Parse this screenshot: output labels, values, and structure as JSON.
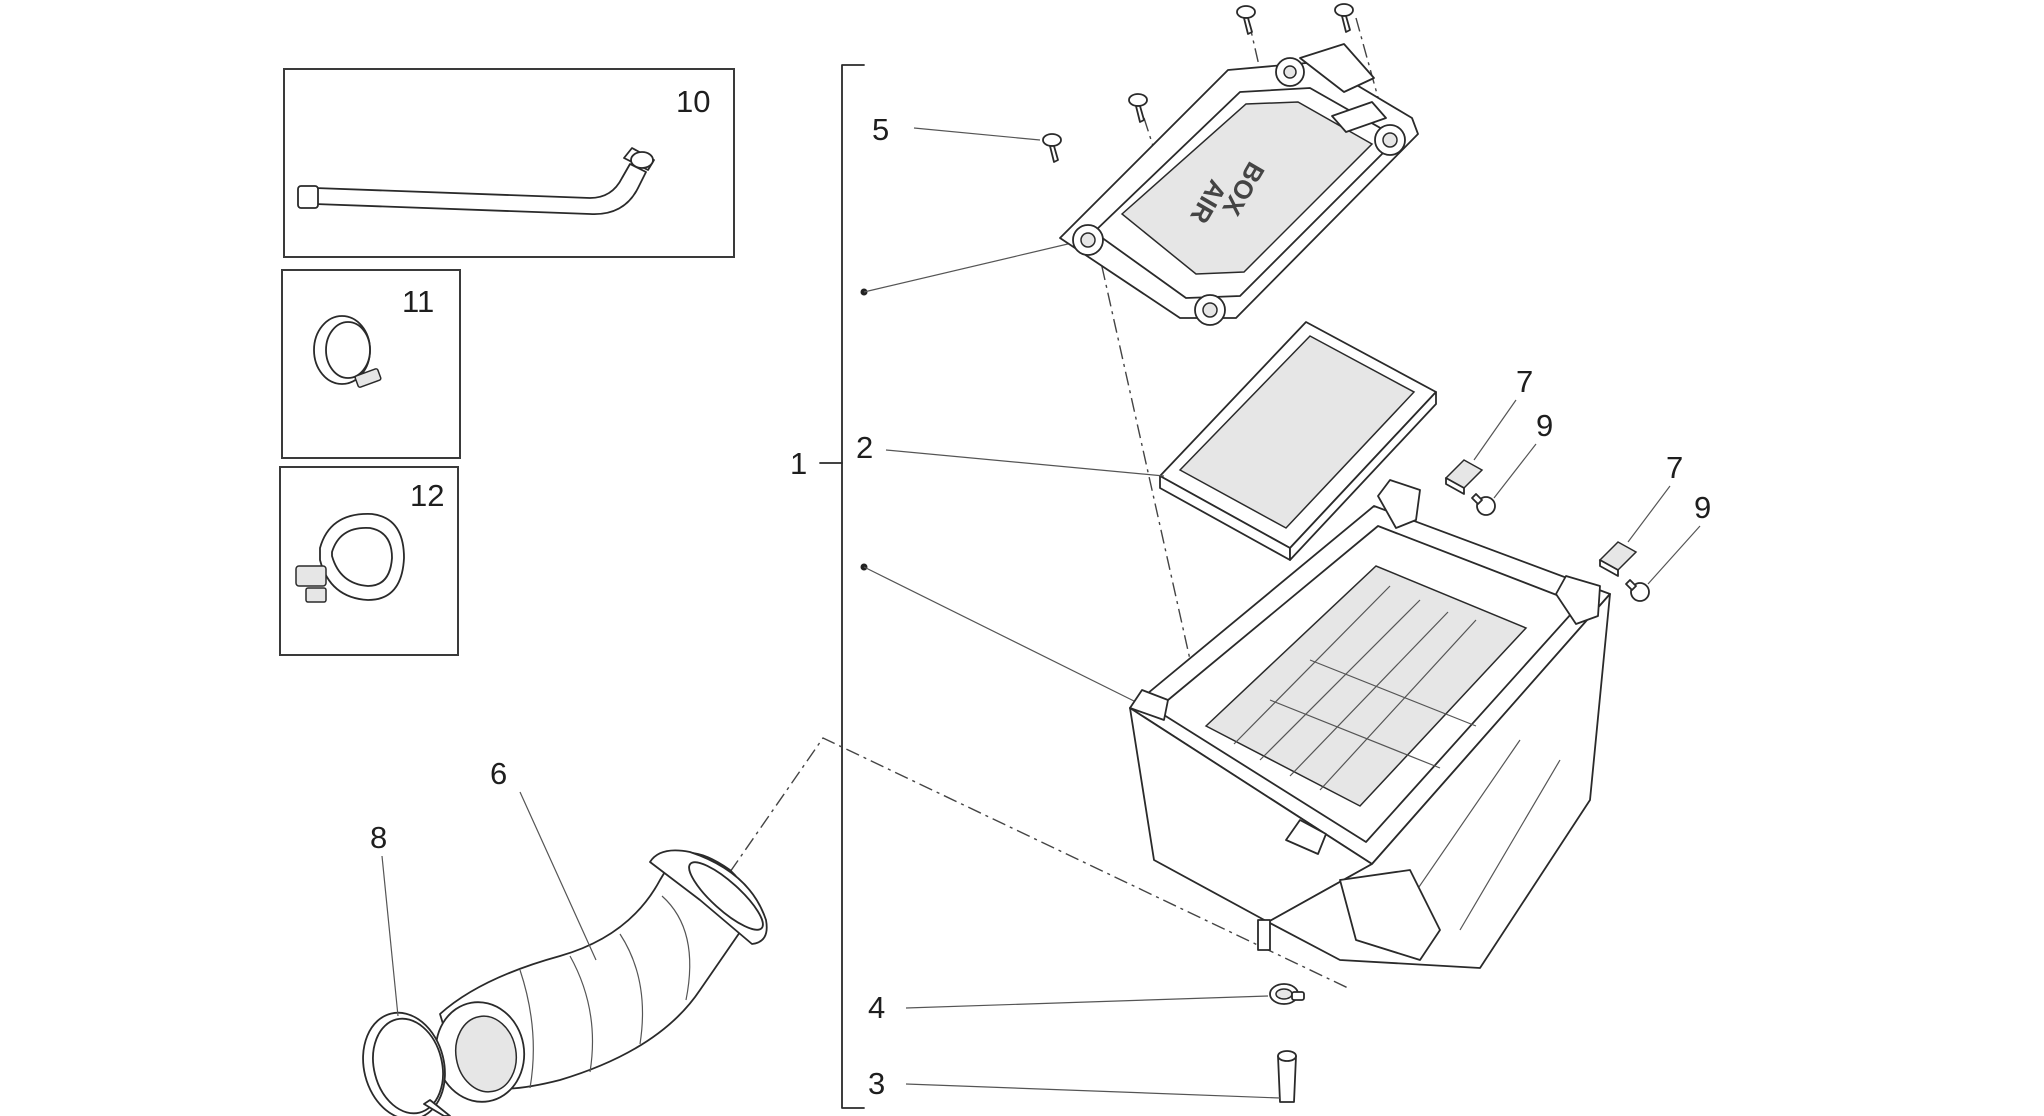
{
  "labels": {
    "p1": "1",
    "p2": "2",
    "p3": "3",
    "p4": "4",
    "p5": "5",
    "p6": "6",
    "p7a": "7",
    "p7b": "7",
    "p8": "8",
    "p9a": "9",
    "p9b": "9",
    "p10": "10",
    "p11": "11",
    "p12": "12"
  },
  "embossed_text": {
    "line1": "AIR",
    "line2": "BOX"
  },
  "colors": {
    "line": "#2a2a2a",
    "background": "#ffffff"
  }
}
